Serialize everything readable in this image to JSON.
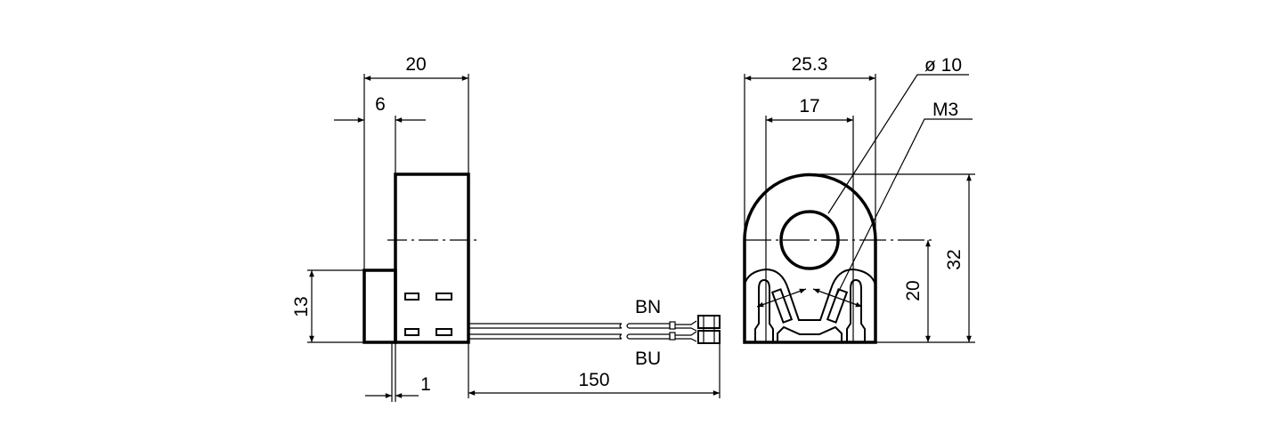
{
  "side_view": {
    "dim_width": "20",
    "dim_offset": "6",
    "dim_height": "13",
    "dim_gap": "1",
    "dim_cable_length": "150",
    "wire_top_label": "BN",
    "wire_bottom_label": "BU"
  },
  "front_view": {
    "dim_width": "25.3",
    "dim_hole_spacing": "17",
    "dim_diameter": "ø 10",
    "dim_thread": "M3",
    "dim_center_height": "20",
    "dim_total_height": "32"
  }
}
